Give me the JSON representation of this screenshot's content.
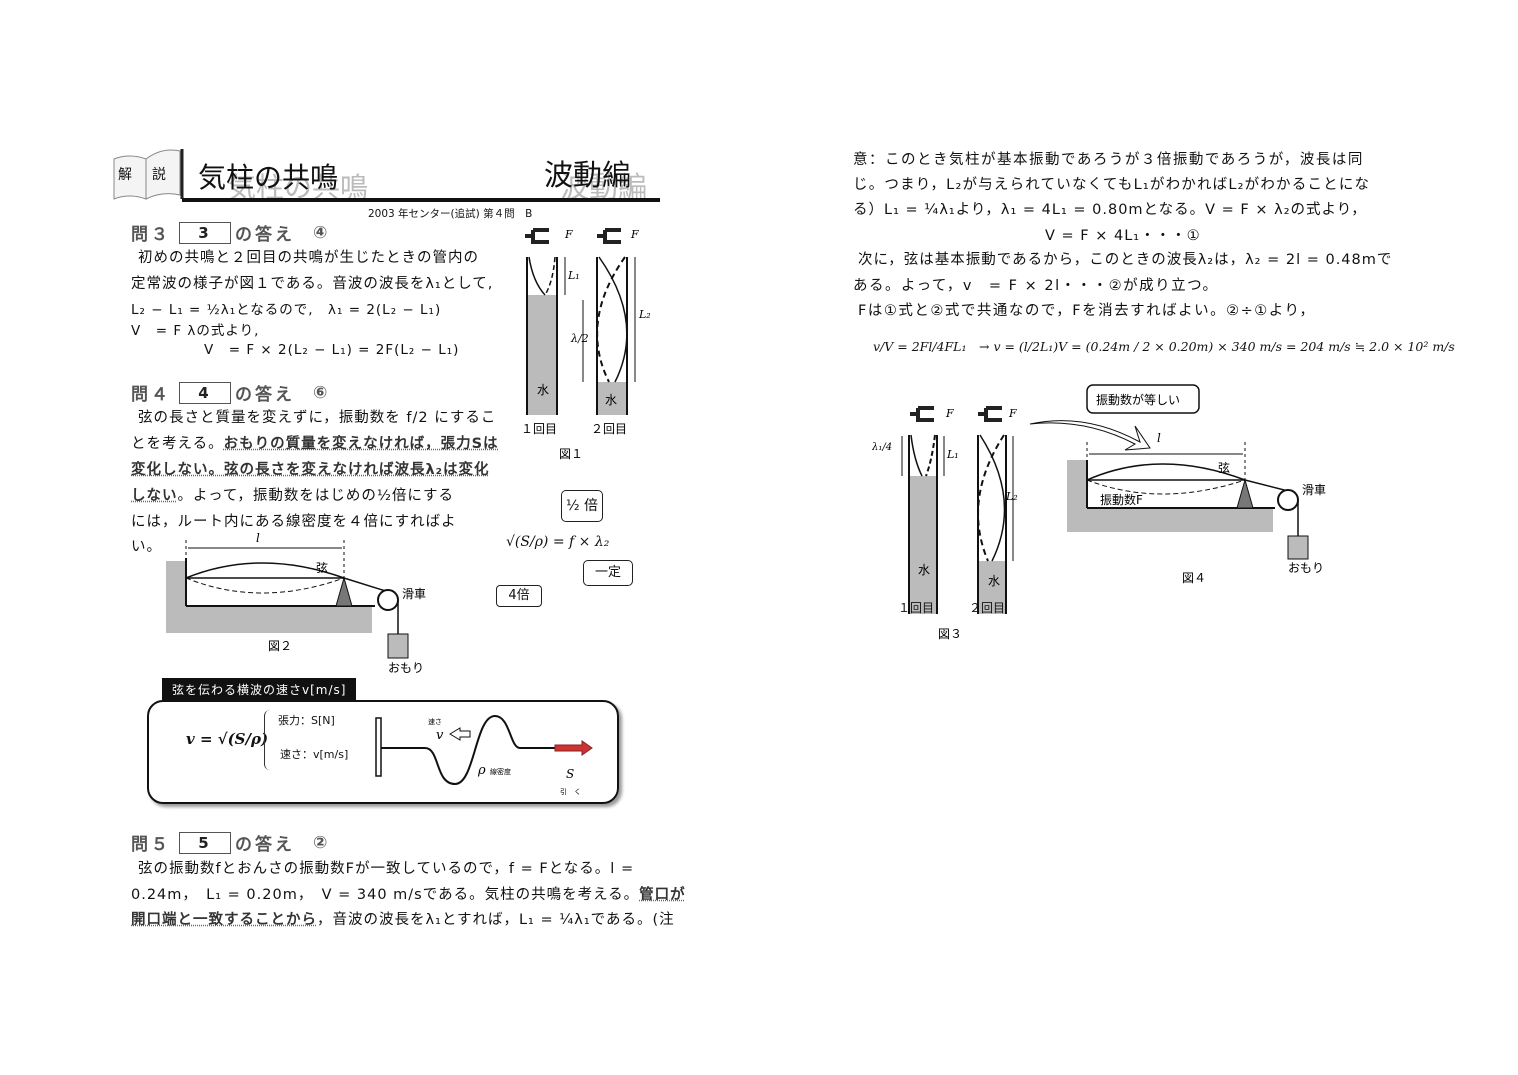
{
  "header": {
    "badge_left": "解",
    "badge_right": "説",
    "title": "気柱の共鳴",
    "category": "波動編",
    "source": "2003 年センター(追試) 第４問　B"
  },
  "q3": {
    "label": "問３",
    "box": "3",
    "answer_label": "の答え",
    "answer": "④",
    "lines": [
      "初めの共鳴と２回目の共鳴が生じたときの管内の",
      "定常波の様子が図１である。音波の波長をλ₁として,",
      "L₂ − L₁ = ½λ₁となるので,　λ₁ = 2(L₂ − L₁)",
      "V　= F λの式より,",
      "V　= F × 2(L₂ − L₁) = 2F(L₂ − L₁)"
    ]
  },
  "fig1": {
    "fork_label": "F",
    "l1": "L₁",
    "l2": "L₂",
    "half_lambda": "λ/2",
    "water": "水",
    "first": "１回目",
    "second": "２回目",
    "caption": "図１"
  },
  "q4": {
    "label": "問４",
    "box": "4",
    "answer_label": "の答え",
    "answer": "⑥",
    "line1": "弦の長さと質量を変えずに，振動数を f/2 にするこ",
    "line2_plain": "とを考える。",
    "line2_ul": "おもりの質量を変えなければ，張力Sは",
    "line3_ul": "変化しない。弦の長さを変えなければ波長λ₂は変化",
    "line4_ul": "しない",
    "line4_rest": "。よって，振動数をはじめの½倍にする",
    "line5": "には，ルート内にある線密度を４倍にすればよ",
    "line6": "い。"
  },
  "formula_note": {
    "formula": "√(S/ρ) = f × λ₂",
    "half_times": "½ 倍",
    "constant": "一定",
    "four_times": "4倍"
  },
  "fig2": {
    "length": "l",
    "string": "弦",
    "pulley": "滑車",
    "weight": "おもり",
    "caption": "図２"
  },
  "wave_box": {
    "title": "弦を伝わる横波の速さv[m/s]",
    "formula": "v = √(S/ρ)",
    "tension": "張力：S[N]",
    "speed": "速さ：v[m/s]",
    "speed_small": "速さ",
    "v": "v",
    "rho": "ρ",
    "linear_density": "線密度",
    "s": "S",
    "pull": "引　く"
  },
  "q5": {
    "label": "問５",
    "box": "5",
    "answer_label": "の答え",
    "answer": "②",
    "line1": "弦の振動数fとおんさの振動数Fが一致しているので，f = Fとなる。l =",
    "line2_plain": "0.24m，　L₁ = 0.20m，　V = 340 m/sである。気柱の共鳴を考える。",
    "line2_ul": "管口が",
    "line3_ul": "開口端と一致することから",
    "line3_rest": "，音波の波長をλ₁とすれば，L₁ = ¼λ₁である。(注"
  },
  "right": {
    "lines": [
      "意：このとき気柱が基本振動であろうが３倍振動であろうが，波長は同",
      "じ。つまり，L₂が与えられていなくてもL₁がわかればL₂がわかることにな",
      "る）L₁ = ¼λ₁より，λ₁ = 4L₁ = 0.80mとなる。V = F × λ₂の式より，",
      "V = F × 4L₁・・・①",
      "次に，弦は基本振動であるから，このときの波長λ₂は，λ₂ = 2l = 0.48mで",
      "ある。よって，v　= F × 2l・・・②が成り立つ。",
      "Fは①式と②式で共通なので，Fを消去すればよい。②÷①より，",
      "v/V = 2Fl/4FL₁　→ v = (l/2L₁)V = (0.24m / 2 × 0.20m) × 340 m/s = 204 m/s ≒ 2.0 × 10² m/s"
    ]
  },
  "fig3": {
    "fork_label": "F",
    "quarter_lambda": "λ₁/4",
    "l1": "L₁",
    "l2": "L₂",
    "water": "水",
    "first": "１回目",
    "second": "２回目",
    "caption": "図３"
  },
  "fig4": {
    "bubble": "振動数が等しい",
    "length": "l",
    "string": "弦",
    "frequency": "振動数F",
    "pulley": "滑車",
    "weight": "おもり",
    "caption": "図４"
  }
}
